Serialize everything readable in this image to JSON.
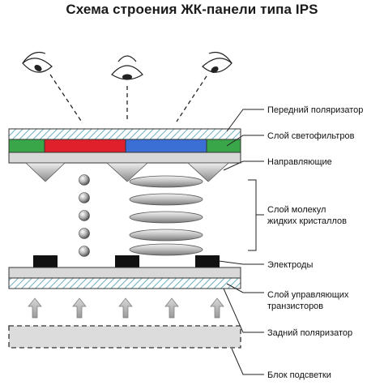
{
  "title": "Схема строения ЖК-панели типа IPS",
  "labels": {
    "front_polarizer": "Передний поляризатор",
    "color_filters": "Слой светофильтров",
    "guides": "Направляющие",
    "liquid_crystals_line1": "Слой молекул",
    "liquid_crystals_line2": "жидких кристаллов",
    "electrodes": "Электроды",
    "transistors_line1": "Слой управляющих",
    "transistors_line2": "транзисторов",
    "rear_polarizer": "Задний поляризатор",
    "backlight": "Блок подсветки"
  },
  "colors": {
    "filter_green": "#3aa64a",
    "filter_red": "#e0202a",
    "filter_blue": "#3b6fd6",
    "hatch": "#6ab0c0",
    "electrode": "#111111",
    "layer_gray": "#d8d8d8"
  },
  "icons": [
    "eye-icon-left",
    "eye-icon-center",
    "eye-icon-right"
  ]
}
